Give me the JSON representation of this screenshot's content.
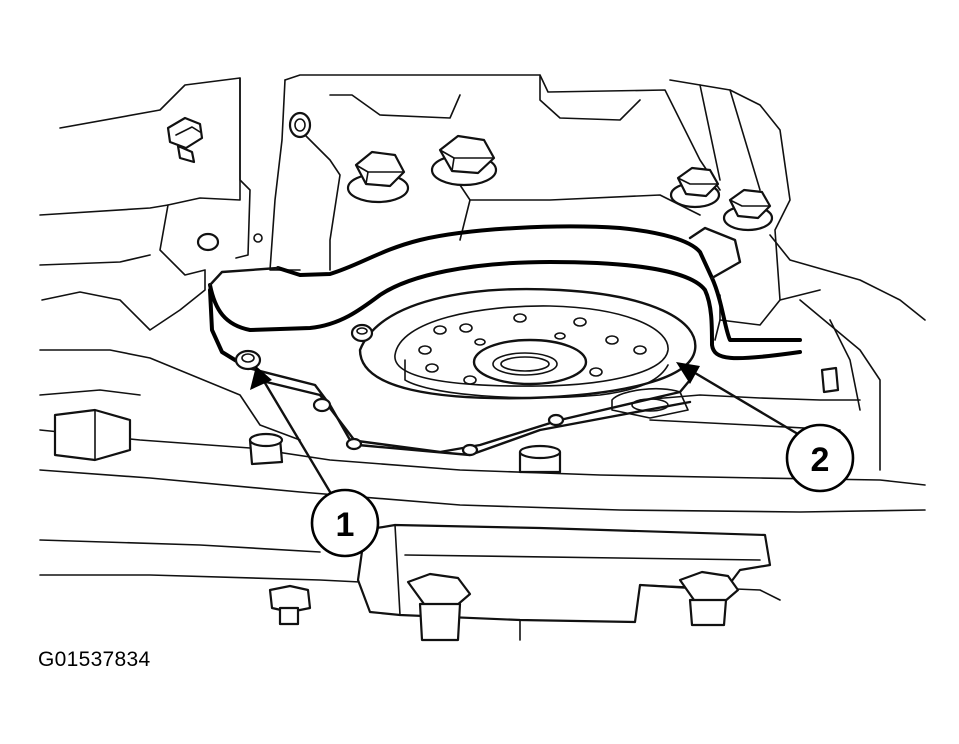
{
  "figure": {
    "reference_code": "G01537834"
  },
  "callouts": [
    {
      "label": "1"
    },
    {
      "label": "2"
    }
  ],
  "colors": {
    "line": "#000000",
    "background": "#ffffff"
  }
}
